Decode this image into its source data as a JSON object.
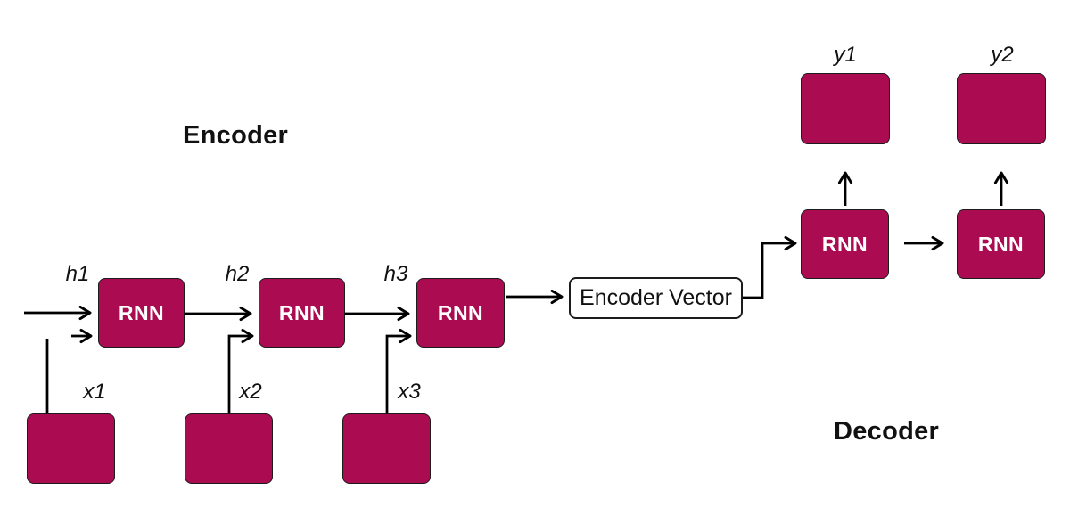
{
  "colors": {
    "background": "#ffffff",
    "box_fill": "#AB0C51",
    "box_border": "#1c1c1c",
    "line": "#000000",
    "text_dark": "#111111",
    "box_text": "#ffffff"
  },
  "titles": {
    "encoder": "Encoder",
    "decoder": "Decoder"
  },
  "encoder": {
    "units": [
      {
        "label": "RNN",
        "hidden_label": "h1",
        "input_label": "x1"
      },
      {
        "label": "RNN",
        "hidden_label": "h2",
        "input_label": "x2"
      },
      {
        "label": "RNN",
        "hidden_label": "h3",
        "input_label": "x3"
      }
    ]
  },
  "encoder_vector": {
    "label": "Encoder Vector"
  },
  "decoder": {
    "units": [
      {
        "label": "RNN",
        "output_label": "y1"
      },
      {
        "label": "RNN",
        "output_label": "y2"
      }
    ]
  }
}
